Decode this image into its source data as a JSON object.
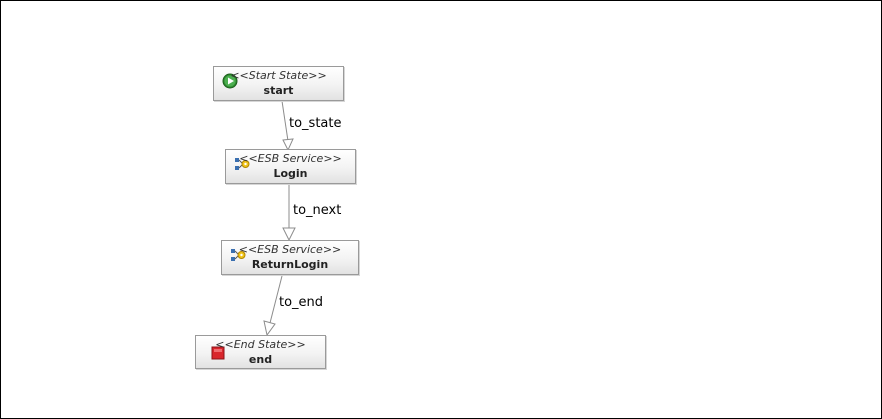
{
  "nodes": {
    "start": {
      "stereotype": "<<Start State>>",
      "name": "start",
      "icon": "play-icon",
      "color": "#2e8b2e"
    },
    "login": {
      "stereotype": "<<ESB Service>>",
      "name": "Login",
      "icon": "esb-service-icon",
      "color": "#3a6fb0"
    },
    "return_login": {
      "stereotype": "<<ESB Service>>",
      "name": "ReturnLogin",
      "icon": "esb-service-icon",
      "color": "#3a6fb0"
    },
    "end": {
      "stereotype": "<<End State>>",
      "name": "end",
      "icon": "stop-icon",
      "color": "#d9262c"
    }
  },
  "transitions": [
    {
      "label": "to_state"
    },
    {
      "label": "to_next"
    },
    {
      "label": "to_end"
    }
  ]
}
